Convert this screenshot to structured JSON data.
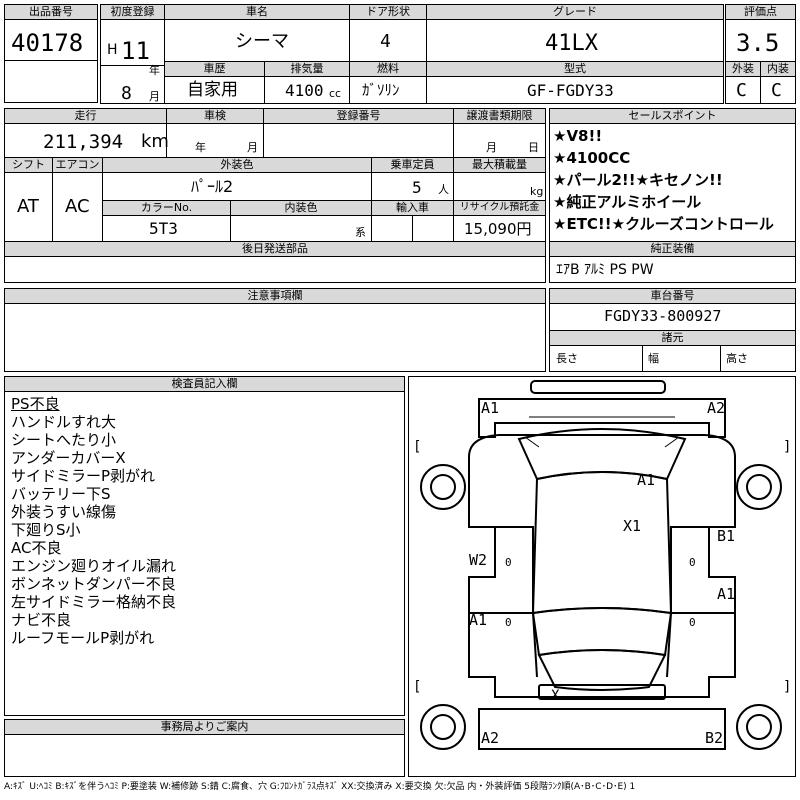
{
  "labels": {
    "lot_no": "出品番号",
    "first_reg": "初度登録",
    "car_name": "車名",
    "door_type": "ドア形状",
    "grade": "グレード",
    "score": "評価点",
    "era": "H",
    "year_unit": "年",
    "month_unit": "月",
    "history": "車歴",
    "displacement": "排気量",
    "fuel": "燃料",
    "model_code": "型式",
    "exterior_score": "外装",
    "interior_score": "内装",
    "mileage": "走行",
    "inspection": "車検",
    "reg_number": "登録番号",
    "transfer_doc_deadline": "譲渡書類期限",
    "year_short": "年",
    "month_short": "月",
    "day_short": "日",
    "sales_points": "セールスポイント",
    "shift": "シフト",
    "aircon": "エアコン",
    "exterior_color": "外装色",
    "capacity": "乗車定員",
    "max_load": "最大積載量",
    "color_no": "カラーNo.",
    "interior_color": "内装色",
    "import": "輸入車",
    "recycle": "リサイクル預託金",
    "capacity_unit": "人",
    "load_unit": "kg",
    "later_parts": "後日発送部品",
    "standard_equipment": "純正装備",
    "notes": "注意事項欄",
    "chassis_no": "車台番号",
    "dimensions": "諸元",
    "length": "長さ",
    "width": "幅",
    "height": "高さ",
    "inspector_notes": "検査員記入欄",
    "office_notes": "事務局よりご案内"
  },
  "values": {
    "lot_no": "40178",
    "year": "11",
    "month": "8",
    "car_name": "シーマ",
    "doors": "4",
    "grade": "41LX",
    "score": "3.5",
    "history": "自家用",
    "displacement": "4100",
    "displacement_unit": "cc",
    "fuel": "ｶﾞｿﾘﾝ",
    "model_code": "GF-FGDY33",
    "exterior_score": "C",
    "interior_score": "C",
    "mileage": "211,394",
    "mileage_unit": "km",
    "shift": "AT",
    "aircon": "AC",
    "exterior_color": "ﾊﾟｰﾙ2",
    "capacity": "5",
    "color_no": "5T3",
    "interior_color_suffix": "系",
    "recycle": "15,090円",
    "standard_equipment": "ｴｱB ｱﾙﾐ PS PW",
    "chassis_no": "FGDY33-800927"
  },
  "sales_points": [
    "★V8!!",
    "★4100CC",
    "★パール2!!★キセノン!!",
    "★純正アルミホイール",
    "★ETC!!★クルーズコントロール"
  ],
  "inspector_notes": [
    "PS不良",
    "ハンドルすれ大",
    "シートへたり小",
    "アンダーカバーX",
    "サイドミラーP剥がれ",
    "バッテリー下S",
    "外装うすい線傷",
    "下廻りS小",
    "AC不良",
    "エンジン廻りオイル漏れ",
    "ボンネットダンパー不良",
    "左サイドミラー格納不良",
    "ナビ不良",
    "ルーフモールP剥がれ"
  ],
  "damage_marks": {
    "front_left": "A1",
    "front_right": "A2",
    "hood": "A1",
    "roof": "X1",
    "left_front_door": "W2",
    "right_front_door": "B1",
    "left_rear_door": "A1",
    "right_rear_door": "A1",
    "rear_panel": "X",
    "rear_left": "A2",
    "rear_right": "B2",
    "mirror_left": "0",
    "mirror_right": "0",
    "mirror_left2": "0",
    "mirror_right2": "0"
  },
  "legend": "A:ｷｽﾞ U:ﾍｺﾐ B:ｷｽﾞを伴うﾍｺﾐ P:要塗装 W:補修跡 S:錆 C:腐食、穴 G:ﾌﾛﾝﾄｶﾞﾗｽ点ｷｽﾞ XX:交換済み X:要交換 欠:欠品 内・外装評価 5段階ﾗﾝｸ順(A･B･C･D･E) 1"
}
